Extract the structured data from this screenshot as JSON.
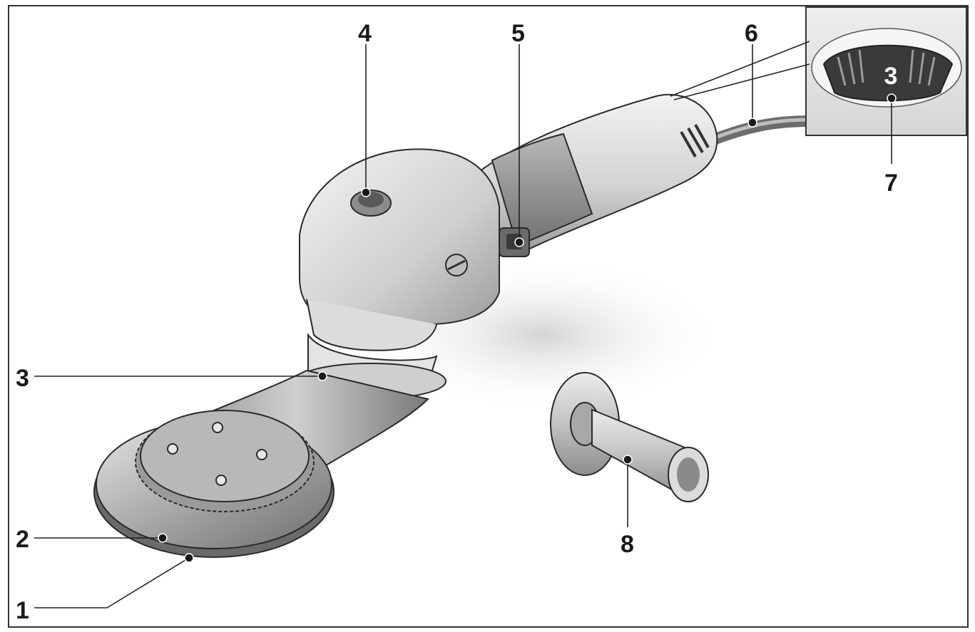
{
  "figure": {
    "callouts": [
      {
        "id": "1",
        "label": "1"
      },
      {
        "id": "2",
        "label": "2"
      },
      {
        "id": "3",
        "label": "3"
      },
      {
        "id": "4",
        "label": "4"
      },
      {
        "id": "5",
        "label": "5"
      },
      {
        "id": "6",
        "label": "6"
      },
      {
        "id": "7",
        "label": "7"
      },
      {
        "id": "8",
        "label": "8"
      }
    ],
    "inset": {
      "dial_value": "3"
    }
  }
}
